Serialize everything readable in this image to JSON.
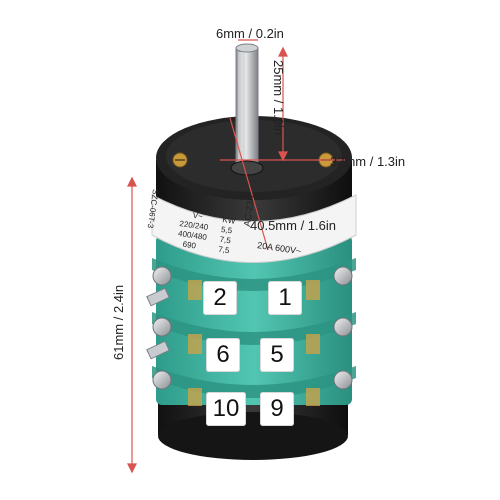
{
  "dimensions": {
    "shaft_width": "6mm / 0.2in",
    "shaft_length": "25mm / 1.0in",
    "flange_width": "32mm / 1.3in",
    "diagonal": "40.5mm / 1.6in",
    "total_height": "61mm / 2.4in"
  },
  "label": {
    "model": "SZC-06T-3",
    "col_v": "V~",
    "col_kw": "KW",
    "rows": [
      {
        "v": "220/240",
        "kw": "5,5"
      },
      {
        "v": "400/480",
        "kw": "7,5"
      },
      {
        "v": "690",
        "kw": "7,5"
      }
    ],
    "category": "AC-23A",
    "rating": "20A  600V~"
  },
  "terminals": [
    "2",
    "1",
    "6",
    "5",
    "10",
    "9"
  ],
  "colors": {
    "accent_red": "#d9534f",
    "body_teal": "#3fb3a0",
    "base_black": "#1b1b1b",
    "shaft_steel": "#b9bcbf"
  }
}
